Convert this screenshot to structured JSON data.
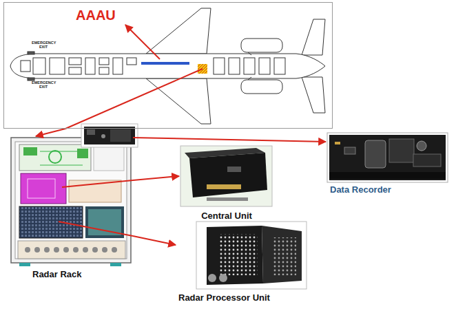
{
  "diagram": {
    "nodes": [
      {
        "text": [
          "AAAU"
        ]
      },
      {
        "text": [
          "Radar Rack"
        ]
      },
      {
        "text": [
          "Data Recorder"
        ]
      },
      {
        "text": [
          "Central Unit"
        ]
      },
      {
        "text": [
          "Radar Processor Unit"
        ]
      }
    ],
    "edges": [
      {
        "from": 0,
        "to": 1,
        "arrow": "to"
      },
      {
        "from": 1,
        "to": 2,
        "arrow": "to"
      },
      {
        "from": 1,
        "to": 3,
        "arrow": "to"
      },
      {
        "from": 1,
        "to": 4,
        "arrow": "to"
      }
    ],
    "labels": [
      "EMERGENCY EXIT",
      "EMERGENCY EXIT"
    ]
  }
}
